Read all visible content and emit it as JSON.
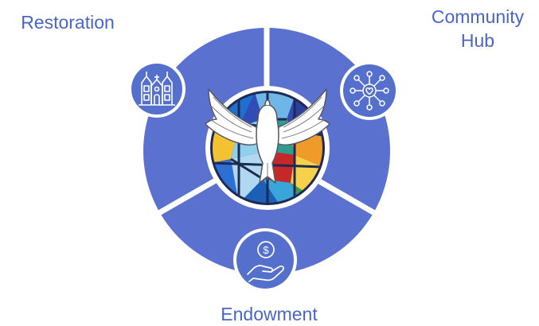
{
  "colors": {
    "segment": "#5b71cf",
    "badge": "#5470cc",
    "label": "#4a66c4",
    "divider": "#ffffff"
  },
  "labels": {
    "restoration": "Restoration",
    "community_line1": "Community",
    "community_line2": "Hub",
    "endowment": "Endowment"
  },
  "icons": {
    "restoration": "church-icon",
    "community": "network-heart-icon",
    "endowment": "hand-dollar-icon",
    "center": "dove-stained-glass-icon"
  },
  "center_symbol": "$"
}
